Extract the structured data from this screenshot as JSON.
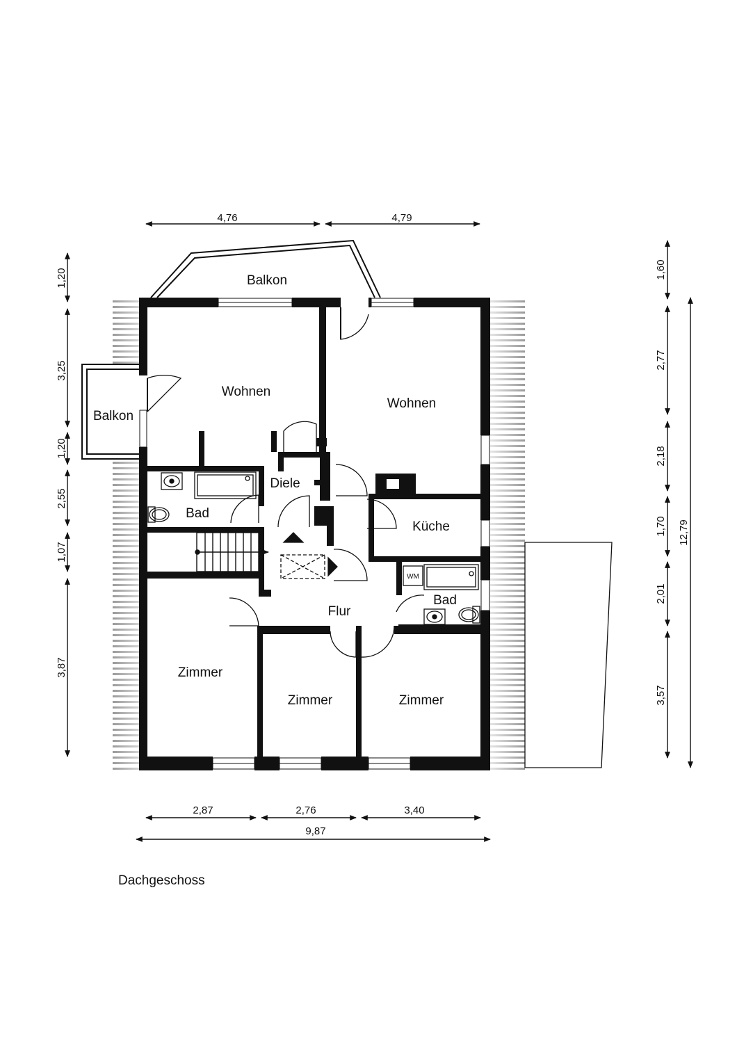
{
  "rooms": {
    "balkon_top": "Balkon",
    "balkon_left": "Balkon",
    "wohnen_left": "Wohnen",
    "wohnen_right": "Wohnen",
    "diele": "Diele",
    "bad_left": "Bad",
    "kueche": "Küche",
    "bad_right": "Bad",
    "wm": "WM",
    "flur": "Flur",
    "zimmer_1": "Zimmer",
    "zimmer_2": "Zimmer",
    "zimmer_3": "Zimmer"
  },
  "dimensions": {
    "top": [
      "4,76",
      "4,79"
    ],
    "left": [
      "1,20",
      "3,25",
      "1,20",
      "2,55",
      "1,07",
      "3,87"
    ],
    "right": [
      "1,60",
      "2,77",
      "2,18",
      "1,70",
      "2,01",
      "3,57"
    ],
    "right_total": "12,79",
    "bottom": [
      "2,87",
      "2,76",
      "3,40"
    ],
    "bottom_total": "9,87"
  },
  "caption": "Dachgeschoss"
}
